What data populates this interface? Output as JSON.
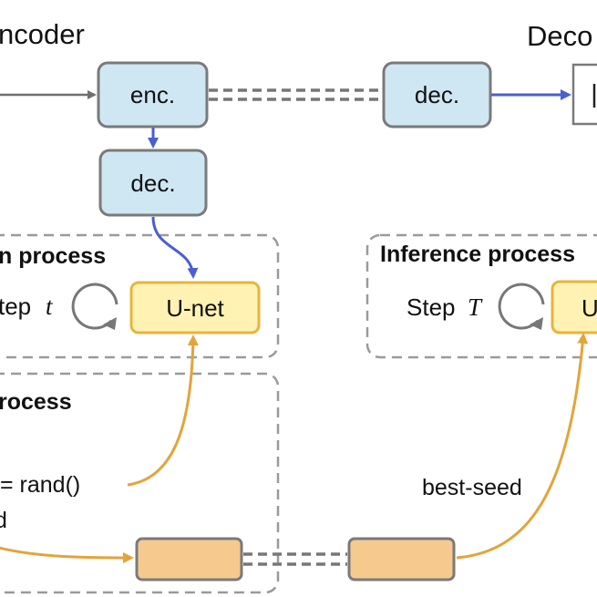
{
  "headings": {
    "encoder_title": "ncoder",
    "decoder_title": "Deco"
  },
  "nodes": {
    "enc": "enc.",
    "dec_top_right": "dec.",
    "dec_middle": "dec.",
    "unet_left": "U-net",
    "unet_right": "U"
  },
  "panels": {
    "left_process_title": "n process",
    "left_step_prefix": "tep",
    "left_step_var": "t",
    "inference_title": "Inference process",
    "inference_step_prefix": "Step",
    "inference_step_var": "T",
    "bottom_process_title": "rocess"
  },
  "code_lines": {
    "rand_line": "= rand()",
    "d_line": "d"
  },
  "labels": {
    "best_seed": "best-seed"
  },
  "colors": {
    "blue_node_fill": "#cfe7f3",
    "yellow_node_fill": "#fff2b3",
    "yellow_node_stroke": "#e8b43c",
    "orange_node_fill": "#f6c98f",
    "blue_arrow": "#4a5fd0",
    "orange_arrow": "#e3a43a",
    "gray": "#6f6f6f"
  }
}
